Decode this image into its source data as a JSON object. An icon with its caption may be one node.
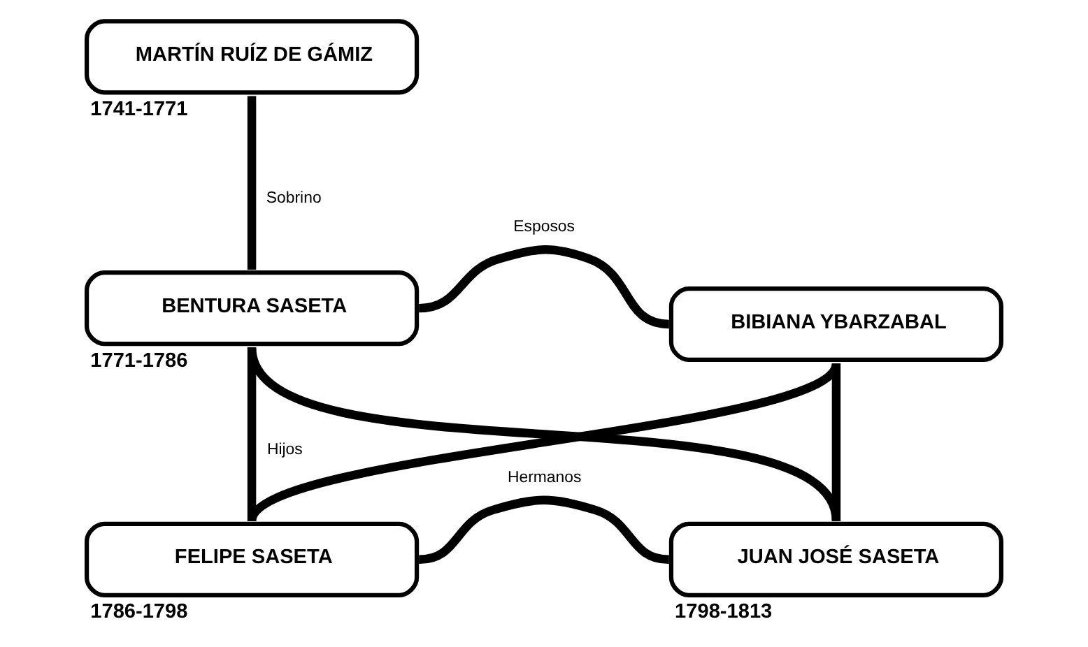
{
  "diagram": {
    "nodes": [
      {
        "text": [
          "MARTÍN RUÍZ DE GÁMIZ"
        ],
        "beside": [
          "1741-1771"
        ]
      },
      {
        "text": [
          "BENTURA SASETA"
        ],
        "beside": [
          "1771-1786"
        ]
      },
      {
        "text": [
          "BIBIANA YBARZABAL"
        ]
      },
      {
        "text": [
          "FELIPE SASETA"
        ],
        "beside": [
          "1786-1798"
        ]
      },
      {
        "text": [
          "JUAN JOSÉ SASETA"
        ],
        "beside": [
          "1798-1813"
        ]
      }
    ],
    "edges": [
      {
        "from": 0,
        "to": 1,
        "arrow": "none",
        "label": "Sobrino"
      },
      {
        "from": 1,
        "to": 2,
        "arrow": "none",
        "label": "Esposos"
      },
      {
        "from": 1,
        "to": 3,
        "arrow": "none",
        "label": "Hijos"
      },
      {
        "from": 1,
        "to": 4,
        "arrow": "none"
      },
      {
        "from": 2,
        "to": 3,
        "arrow": "none"
      },
      {
        "from": 2,
        "to": 4,
        "arrow": "none"
      },
      {
        "from": 3,
        "to": 4,
        "arrow": "none",
        "label": "Hermanos"
      }
    ]
  }
}
